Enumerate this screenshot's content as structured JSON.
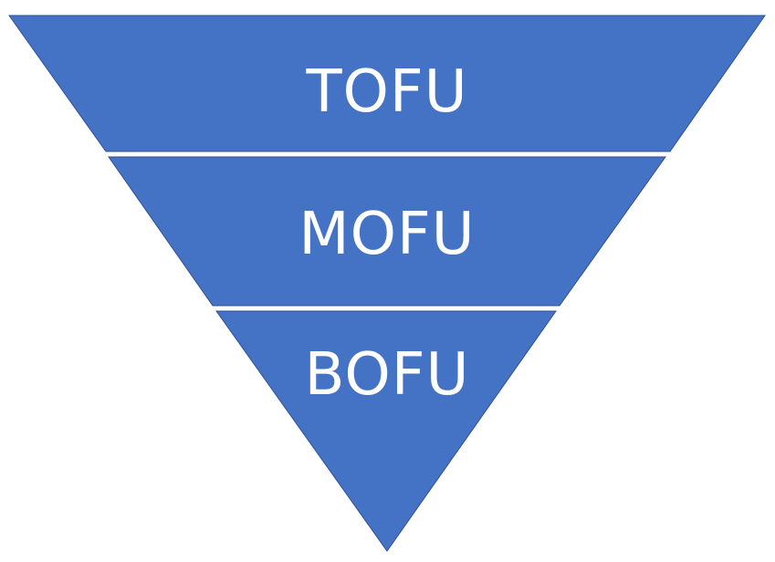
{
  "funnel": {
    "fill_color": "#4472C4",
    "stroke_color": "#2F528F",
    "divider_color": "#ffffff",
    "stages": [
      {
        "label": "TOFU"
      },
      {
        "label": "MOFU"
      },
      {
        "label": "BOFU"
      }
    ]
  }
}
